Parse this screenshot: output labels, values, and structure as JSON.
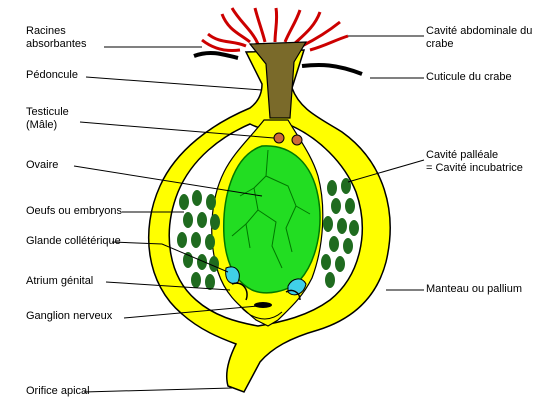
{
  "labels_left": {
    "racines": "Racines\nabsorbantes",
    "pedoncule": "Pédoncule",
    "testicule": "Testicule\n(Mâle)",
    "ovaire": "Ovaire",
    "oeufs": "Oeufs ou embryons",
    "glande": "Glande collétérique",
    "atrium": "Atrium génital",
    "ganglion": "Ganglion nerveux",
    "orifice": "Orifice apical"
  },
  "labels_right": {
    "cavite_abdominale": "Cavité abdominale du\ncrabe",
    "cuticule": "Cuticule du crabe",
    "cavite_palleale": "Cavité palléale\n= Cavité incubatrice",
    "manteau": "Manteau ou pallium"
  },
  "colors": {
    "mantle": "#ffff00",
    "ovary": "#22dd22",
    "ovary_outline": "#007700",
    "eggs": "#1f6b1f",
    "peduncle": "#7a6a2a",
    "roots": "#cc0000",
    "cuticle": "#000000",
    "gland": "#40d0e8",
    "testis": "#cc6a3a",
    "outline": "#000000"
  }
}
